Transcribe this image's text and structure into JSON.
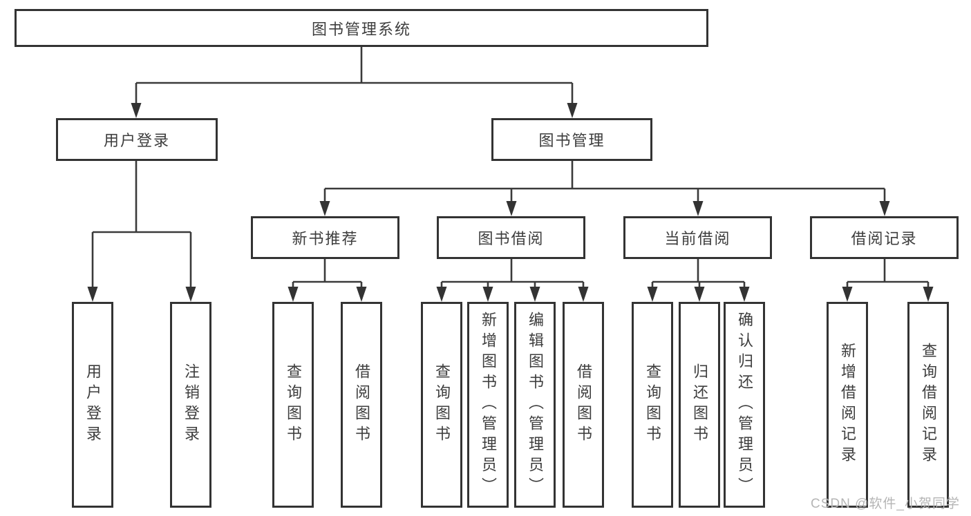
{
  "diagram": {
    "root": {
      "label": "图书管理系统"
    },
    "level2": [
      {
        "label": "用户登录"
      },
      {
        "label": "图书管理"
      }
    ],
    "level3": [
      {
        "label": "新书推荐"
      },
      {
        "label": "图书借阅"
      },
      {
        "label": "当前借阅"
      },
      {
        "label": "借阅记录"
      }
    ],
    "leaves": {
      "user_login": [
        {
          "label": "用户登录"
        },
        {
          "label": "注销登录"
        }
      ],
      "new_book": [
        {
          "label": "查询图书"
        },
        {
          "label": "借阅图书"
        }
      ],
      "book_borrow": [
        {
          "label": "查询图书"
        },
        {
          "label": "新增图书（管理员）"
        },
        {
          "label": "编辑图书（管理员）"
        },
        {
          "label": "借阅图书"
        }
      ],
      "current_borrow": [
        {
          "label": "查询图书"
        },
        {
          "label": "归还图书"
        },
        {
          "label": "确认归还（管理员）"
        }
      ],
      "borrow_record": [
        {
          "label": "新增借阅记录"
        },
        {
          "label": "查询借阅记录"
        }
      ]
    }
  },
  "watermark": {
    "text": "CSDN @软件_小贺同学"
  },
  "colors": {
    "line": "#3a3a3a",
    "box_border": "#333333",
    "text": "#3d3d3d",
    "watermark": "#b5b5b5",
    "background": "#ffffff"
  }
}
